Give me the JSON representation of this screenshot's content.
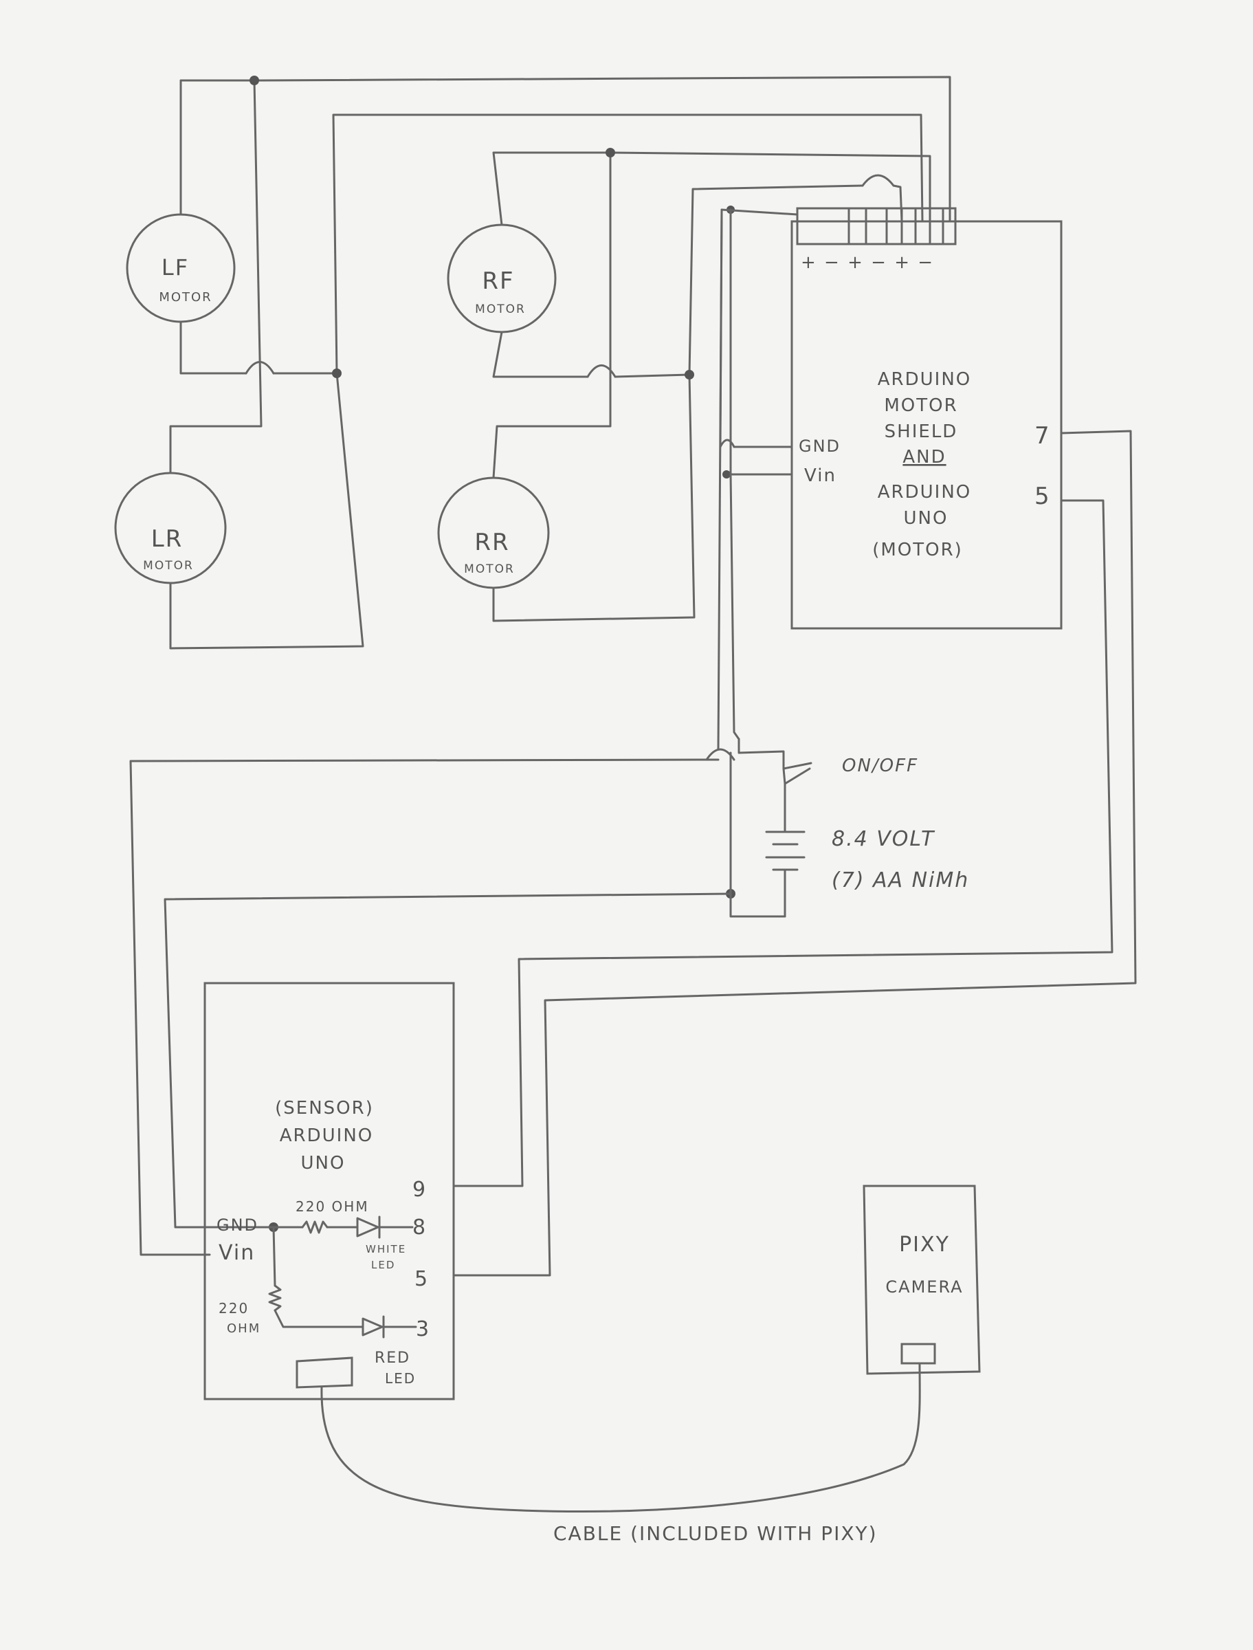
{
  "motors": {
    "lf": {
      "name": "LF",
      "sub": "MOTOR"
    },
    "lr": {
      "name": "LR",
      "sub": "MOTOR"
    },
    "rf": {
      "name": "RF",
      "sub": "MOTOR"
    },
    "rr": {
      "name": "RR",
      "sub": "MOTOR"
    }
  },
  "motor_board": {
    "terminal_signs": "+ − + − + −",
    "lines": [
      "ARDUINO",
      "MOTOR",
      "SHIELD",
      "AND",
      "ARDUINO",
      "UNO",
      "(MOTOR)"
    ],
    "pin_gnd": "GND",
    "pin_vin": "Vin",
    "pin_7": "7",
    "pin_5": "5"
  },
  "power": {
    "switch_label": "ON/OFF",
    "battery_line1": "8.4 VOLT",
    "battery_line2": "(7) AA NiMh"
  },
  "sensor_board": {
    "lines": [
      "(SENSOR)",
      "ARDUINO",
      "UNO"
    ],
    "pin_gnd": "GND",
    "pin_vin": "Vin",
    "pin_9": "9",
    "pin_8": "8",
    "pin_5": "5",
    "pin_3": "3",
    "resistor1": "220 OHM",
    "resistor2_line1": "220",
    "resistor2_line2": "OHM",
    "led1_line1": "WHITE",
    "led1_line2": "LED",
    "led2_line1": "RED",
    "led2_line2": "LED"
  },
  "pixy": {
    "line1": "PIXY",
    "line2": "CAMERA"
  },
  "cable_label": "CABLE (INCLUDED WITH PIXY)"
}
